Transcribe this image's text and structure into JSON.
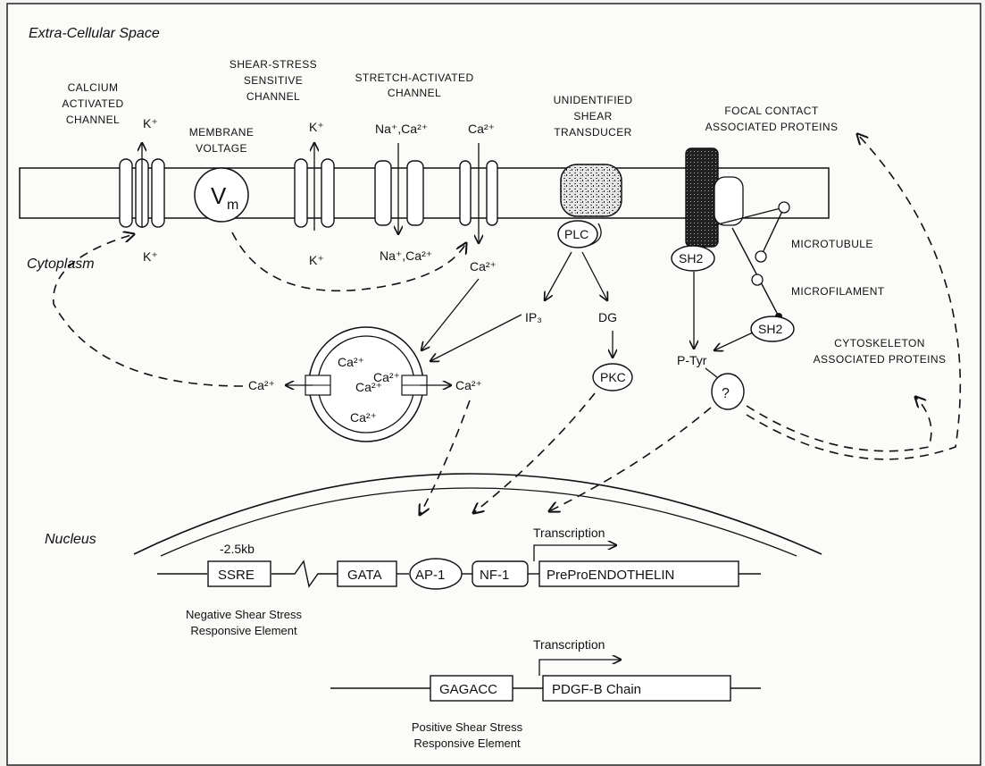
{
  "regions": {
    "extracellular": "Extra-Cellular Space",
    "cytoplasm": "Cytoplasm",
    "nucleus": "Nucleus"
  },
  "channels": {
    "calcium_activated": [
      "CALCIUM",
      "ACTIVATED",
      "CHANNEL"
    ],
    "membrane_voltage": [
      "MEMBRANE",
      "VOLTAGE"
    ],
    "shear_stress": [
      "SHEAR-STRESS",
      "SENSITIVE",
      "CHANNEL"
    ],
    "stretch_activated": [
      "STRETCH-ACTIVATED",
      "CHANNEL"
    ],
    "unidentified": [
      "UNIDENTIFIED",
      "SHEAR",
      "TRANSDUCER"
    ],
    "focal_contact": [
      "FOCAL CONTACT",
      "ASSOCIATED PROTEINS"
    ]
  },
  "ions": {
    "k_out_1": "K⁺",
    "k_in_1": "K⁺",
    "vm": "V",
    "vm_sub": "m",
    "k_out_2": "K⁺",
    "k_in_2": "K⁺",
    "na_ca_out": "Na⁺,Ca²⁺",
    "na_ca_in": "Na⁺,Ca²⁺",
    "ca_out": "Ca²⁺",
    "ca_in": "Ca²⁺",
    "ca_left": "Ca²⁺",
    "ca_right": "Ca²⁺",
    "store_ca_1": "Ca²⁺",
    "store_ca_2": "Ca²⁺",
    "store_ca_3": "Ca²⁺",
    "store_ca_4": "Ca²⁺"
  },
  "signaling": {
    "plc": "PLC",
    "ip3": "IP₃",
    "dg": "DG",
    "pkc": "PKC",
    "sh2_a": "SH2",
    "sh2_b": "SH2",
    "ptyr": "P-Tyr",
    "unknown": "?",
    "microtubule": "MICROTUBULE",
    "microfilament": "MICROFILAMENT",
    "cytoskeleton": [
      "CYTOSKELETON",
      "ASSOCIATED PROTEINS"
    ]
  },
  "gene1": {
    "distance": "-2.5kb",
    "ssre": "SSRE",
    "gata": "GATA",
    "ap1": "AP-1",
    "nf1": "NF-1",
    "gene": "PreProENDOTHELIN",
    "transcription": "Transcription",
    "note": [
      "Negative Shear Stress",
      "Responsive Element"
    ]
  },
  "gene2": {
    "gagacc": "GAGACC",
    "gene": "PDGF-B Chain",
    "transcription": "Transcription",
    "note": [
      "Positive Shear Stress",
      "Responsive Element"
    ]
  }
}
